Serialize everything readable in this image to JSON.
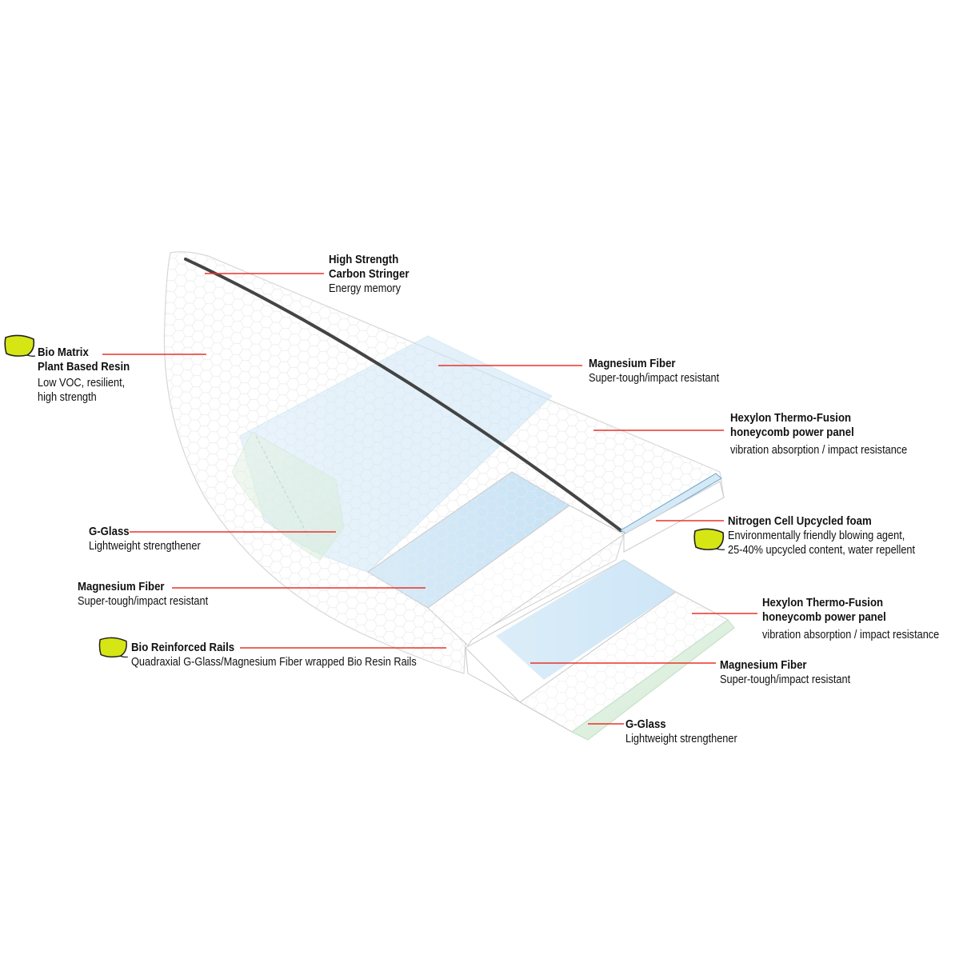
{
  "colors": {
    "leader": "#e8332a",
    "leaf": "#d6e614",
    "leaf_stroke": "#222222",
    "stringer": "#444444",
    "blue_panel": "#cfe6f7",
    "foam": "#ffffff",
    "board_edge": "#d9d9d9"
  },
  "icons": {
    "bio": "leaf-icon"
  },
  "callouts": {
    "stringer": {
      "title1": "High Strength",
      "title2": "Carbon Stringer",
      "desc": "Energy memory"
    },
    "bio_matrix": {
      "title1": "Bio Matrix",
      "title2": "Plant Based Resin",
      "desc1": "Low VOC, resilient,",
      "desc2": "high strength"
    },
    "mag_top": {
      "title": "Magnesium Fiber",
      "desc": "Super-tough/impact resistant"
    },
    "hexylon_top": {
      "title1": "Hexylon Thermo-Fusion",
      "title2": "honeycomb power panel",
      "desc": "vibration absorption / impact resistance"
    },
    "nitrogen": {
      "title": "Nitrogen Cell Upcycled foam",
      "desc1": "Environmentally friendly blowing agent,",
      "desc2": "25-40% upcycled content, water repellent"
    },
    "gglass_left": {
      "title": "G-Glass",
      "desc": "Lightweight strengthener"
    },
    "mag_left": {
      "title": "Magnesium Fiber",
      "desc": "Super-tough/impact resistant"
    },
    "rails": {
      "title": "Bio Reinforced Rails",
      "desc": "Quadraxial G-Glass/Magnesium Fiber wrapped Bio Resin Rails"
    },
    "hexylon_bottom": {
      "title1": "Hexylon Thermo-Fusion",
      "title2": "honeycomb power panel",
      "desc": "vibration absorption / impact resistance"
    },
    "mag_bottom": {
      "title": "Magnesium Fiber",
      "desc": "Super-tough/impact resistant"
    },
    "gglass_bottom": {
      "title": "G-Glass",
      "desc": "Lightweight strengthener"
    }
  }
}
